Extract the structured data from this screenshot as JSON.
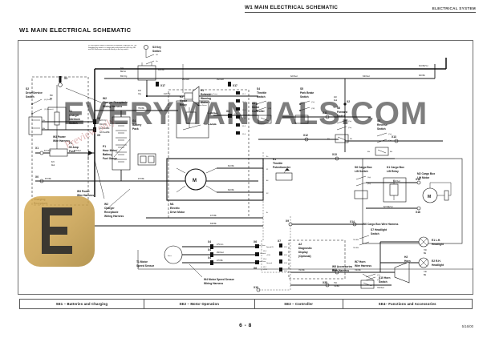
{
  "header": {
    "running_title": "W1 MAIN ELECTRICAL SCHEMATIC",
    "section_name": "ELECTRICAL SYSTEM"
  },
  "page_title": "W1 MAIN ELECTRICAL SCHEMATIC",
  "footer": {
    "page_number": "6 - 8",
    "revision_date": "5/16/00"
  },
  "tabs": [
    {
      "label": "SE1 – Batteries and Charging"
    },
    {
      "label": "SE2 – Motor Operation"
    },
    {
      "label": "SE3 – Controller"
    },
    {
      "label": "SE4– Functions and Accessories"
    }
  ],
  "watermarks": {
    "main": "EVERYMANUALS.COM",
    "preview": "Preview only",
    "logo": "e-logo-badge"
  },
  "schematic": {
    "note": "S2 Key Switch shown is used with the optional Cargo Box Lift. The Standard Key switch is a single pole switch with the 443 Org, 082 and 260 Red wires connected directly to the key switch.",
    "components": [
      {
        "ref": "X3",
        "label": "X3"
      },
      {
        "ref": "W2",
        "label": "W2 Charger Receptacle Wiring Harness"
      },
      {
        "ref": "S1",
        "label": "S1 Charger Interlock Switch"
      },
      {
        "ref": "F1",
        "label": "F1 50 Amp Fuse"
      },
      {
        "ref": "X1",
        "label": "X1"
      },
      {
        "ref": "CHG",
        "label": "Charging Receptacle"
      },
      {
        "ref": "W2b",
        "label": "W2 Charger Receptacle Wiring Harness"
      },
      {
        "ref": "S2",
        "label": "S2 Drive/Service Switch"
      },
      {
        "ref": "S3",
        "label": "S3 Key Switch"
      },
      {
        "ref": "X17",
        "label": "X17"
      },
      {
        "ref": "X5",
        "label": "X5"
      },
      {
        "ref": "G1",
        "label": "G1 Battery Pack"
      },
      {
        "ref": "K2",
        "label": "K2 Motor Relay"
      },
      {
        "ref": "A1",
        "label": "A1 Motor Controller"
      },
      {
        "ref": "P1",
        "label": "P1 Hour Meter/ Battery Fuel Gauge"
      },
      {
        "ref": "W3",
        "label": "W3 Power Wire Harness"
      },
      {
        "ref": "W3b",
        "label": "W3 Power Wire Harness"
      },
      {
        "ref": "M1",
        "label": "M1 Electric Drive Motor"
      },
      {
        "ref": "T1",
        "label": "T1 Motor Speed Sensor"
      },
      {
        "ref": "W4",
        "label": "W4 Motor Speed Sensor Wiring Harness"
      },
      {
        "ref": "X4",
        "label": "X4"
      },
      {
        "ref": "X6",
        "label": "X6"
      },
      {
        "ref": "H1",
        "label": "H1 Reverse Warning Alarm"
      },
      {
        "ref": "S4",
        "label": "S4 Throttle Switch"
      },
      {
        "ref": "S5",
        "label": "S5 Park Brake Switch"
      },
      {
        "ref": "S6",
        "label": "S6 Forward Switch"
      },
      {
        "ref": "S8",
        "label": "S8 Reverse Switch"
      },
      {
        "ref": "R1",
        "label": "R1 Throttle Potentiometer"
      },
      {
        "ref": "X8",
        "label": "X8"
      },
      {
        "ref": "X11",
        "label": "X11"
      },
      {
        "ref": "X12",
        "label": "X12"
      },
      {
        "ref": "X13",
        "label": "X13"
      },
      {
        "ref": "X2",
        "label": "X2"
      },
      {
        "ref": "A2",
        "label": "A2 Diagnostic Display (Optional)"
      },
      {
        "ref": "X7",
        "label": "X7"
      },
      {
        "ref": "W5",
        "label": "W5 Accessories Wire Harness"
      },
      {
        "ref": "S6b",
        "label": "S6 Cargo Box Lift Switch"
      },
      {
        "ref": "K1",
        "label": "K1 Cargo Box Lift Relay"
      },
      {
        "ref": "M2",
        "label": "M2 Cargo Box Lift Motor"
      },
      {
        "ref": "X16",
        "label": "X16"
      },
      {
        "ref": "X14",
        "label": "X14"
      },
      {
        "ref": "W6",
        "label": "W6 Cargo Box Wire Harness"
      },
      {
        "ref": "E1",
        "label": "E1 L.H. Headlight"
      },
      {
        "ref": "E2",
        "label": "E2 R.H. Headlight"
      },
      {
        "ref": "S7",
        "label": "S7 Headlight Switch"
      },
      {
        "ref": "W7",
        "label": "W7 Horn Wire Harness"
      },
      {
        "ref": "H2",
        "label": "H2 Horn"
      },
      {
        "ref": "S10",
        "label": "S10 Horn Switch"
      },
      {
        "ref": "X15",
        "label": "X15"
      },
      {
        "ref": "X35",
        "label": "X35"
      },
      {
        "ref": "X10",
        "label": "X10"
      },
      {
        "ref": "X9",
        "label": "X9"
      }
    ],
    "wire_labels": [
      "624 Blk/Yel",
      "620 Blk",
      "660 Org",
      "443 Org",
      "262 Red",
      "082 Red",
      "272 Red",
      "440 Org",
      "423 Org",
      "400 Org",
      "112 Red/Blk",
      "020 Red/Blk",
      "470 Blk",
      "638 Blk",
      "602 Blk",
      "600 Blk",
      "610 Blk",
      "640 Red",
      "322 Red",
      "700 Blk",
      "740 Blk",
      "760 Blk",
      "780 Blk",
      "842 Red",
      "827 Blk/Yel",
      "270 Blk",
      "260 Red",
      "279 Grn"
    ],
    "terminal_pins": [
      "J1-1",
      "J1-2",
      "J1-3",
      "J1-4",
      "J1-5",
      "J1-6",
      "J2-1",
      "J2-2",
      "J2-3",
      "J2-4",
      "B+",
      "B-",
      "F1",
      "F2",
      "A1",
      "A2"
    ],
    "signal_labels": [
      "Reverse Warning Alarm Driver",
      "Throttle Switch",
      "Park Brake Input",
      "Speed IN",
      "+15V",
      "Ground",
      "Receive Data",
      "Transmit Data",
      "Motor Relay Driver",
      "(Drive)",
      "(Service)",
      "(On)",
      "(Off)"
    ]
  }
}
